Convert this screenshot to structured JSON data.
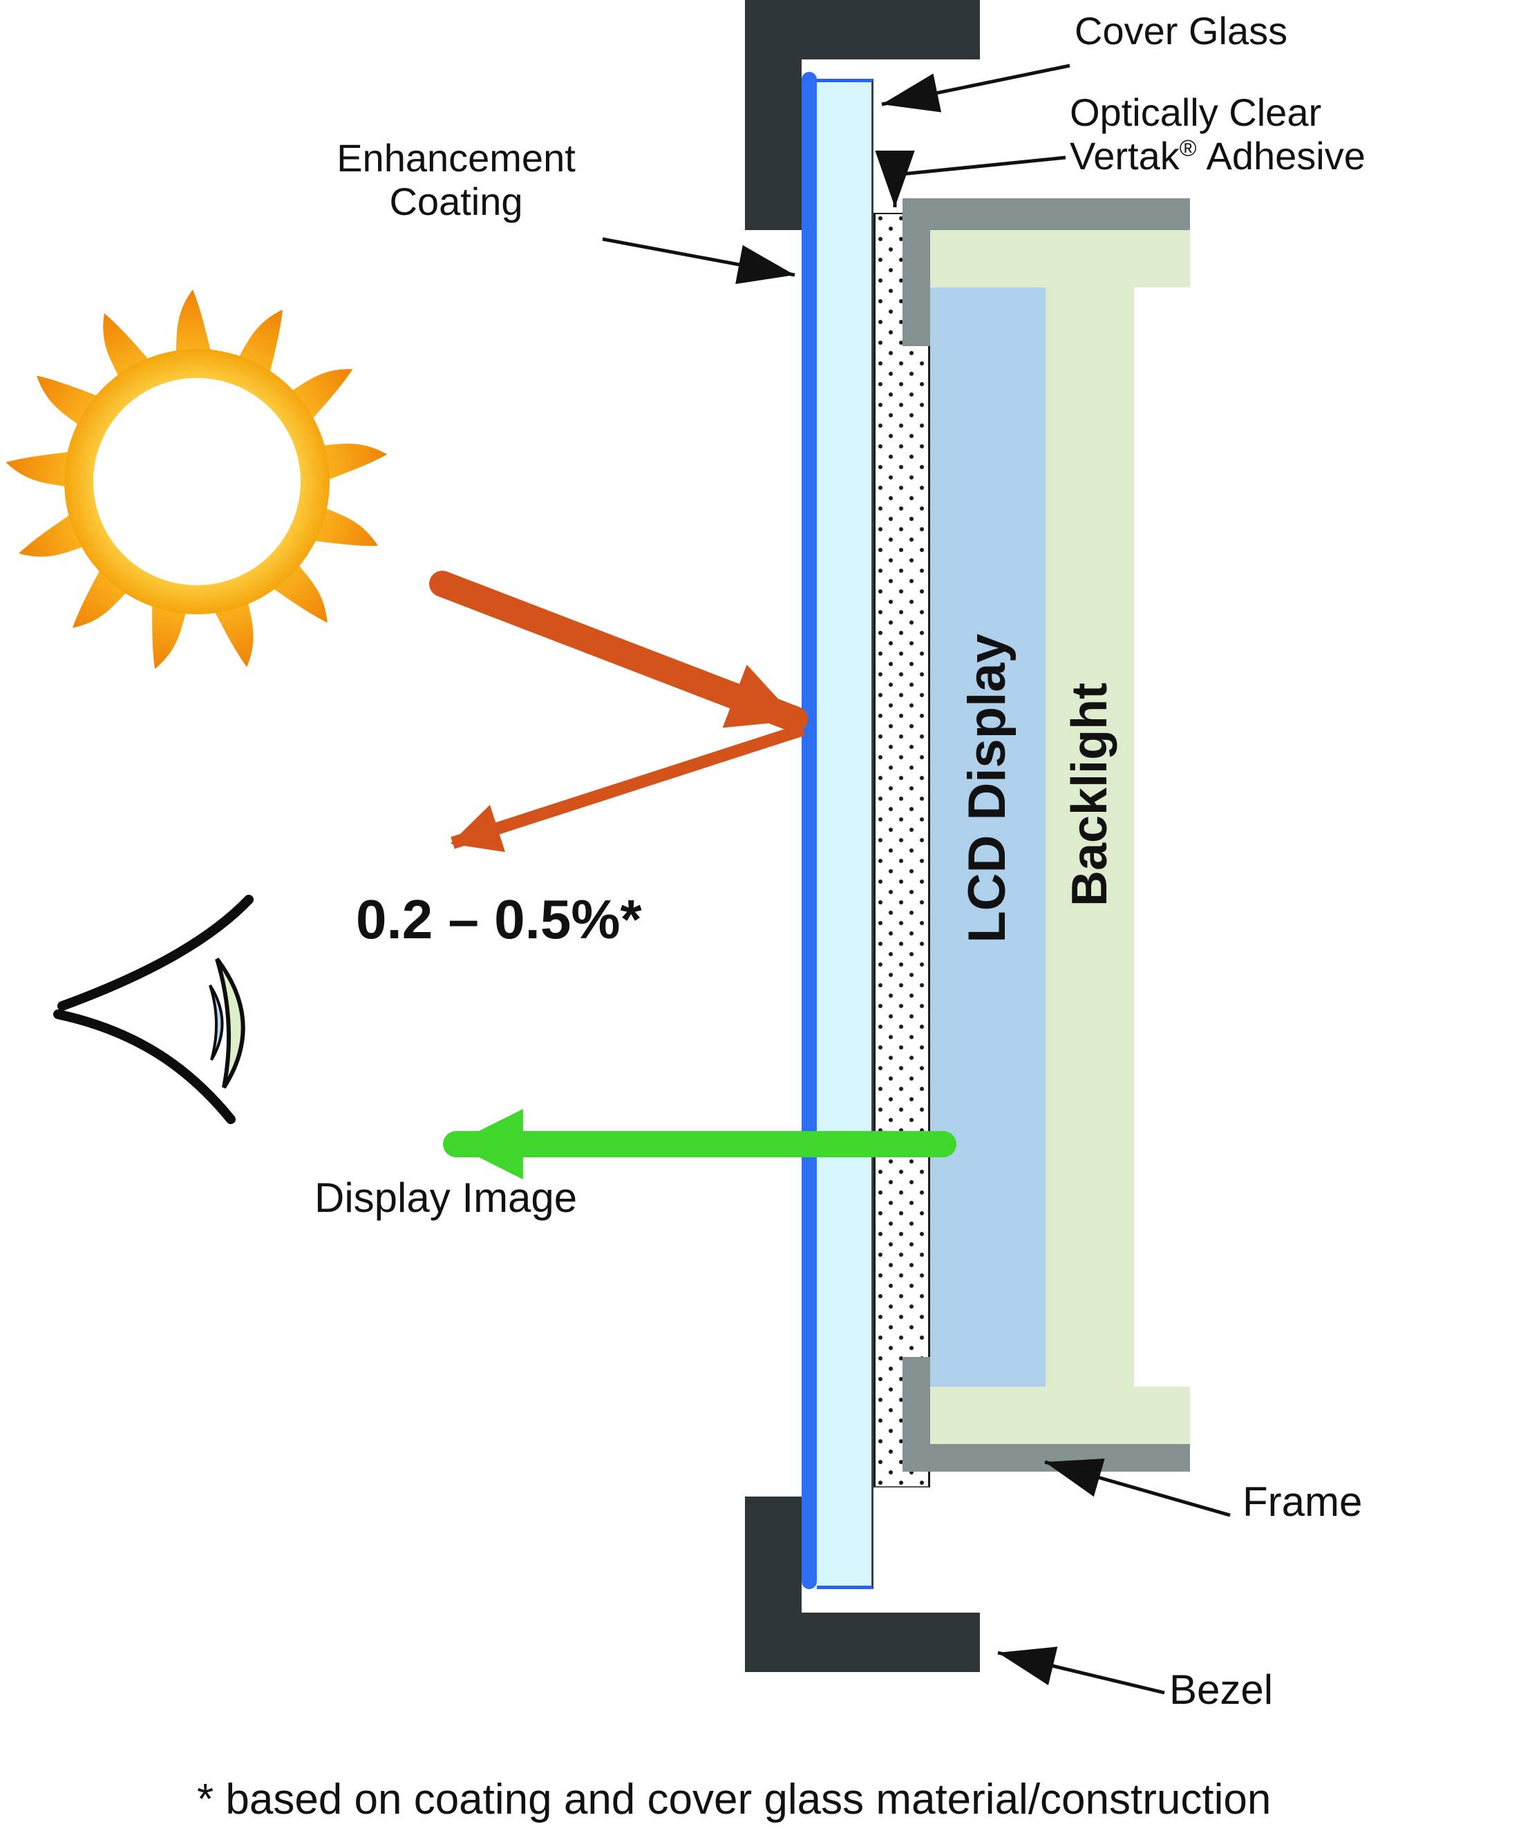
{
  "title": "LCD display optical bonding cross-section diagram",
  "labels": {
    "cover_glass": "Cover Glass",
    "optically_clear_line1": "Optically Clear",
    "vertak_word": "Vertak",
    "registered_mark": "®",
    "adhesive_word": "Adhesive",
    "enhancement_line1": "Enhancement",
    "enhancement_line2": "Coating",
    "reflection_range": "0.2 – 0.5%*",
    "display_image": "Display Image",
    "lcd_display": "LCD Display",
    "backlight": "Backlight",
    "frame": "Frame",
    "bezel": "Bezel",
    "footnote": "* based on coating and cover glass material/construction"
  },
  "icons": {
    "sun": "sun-icon",
    "eye": "eye-icon"
  },
  "colors": {
    "bezel": "#2e3538",
    "frame": "#859190",
    "backlight": "#dceccd",
    "lcd": "#aed0ea",
    "cover_glass": "#d6f5fd",
    "enhancement_coating": "#2b6ef2",
    "sunlight_arrow": "#d4531b",
    "display_image_arrow": "#3fd72b",
    "sun_inner": "#ffd84d",
    "sun_outer": "#f08305",
    "leader_lines": "#111111"
  }
}
